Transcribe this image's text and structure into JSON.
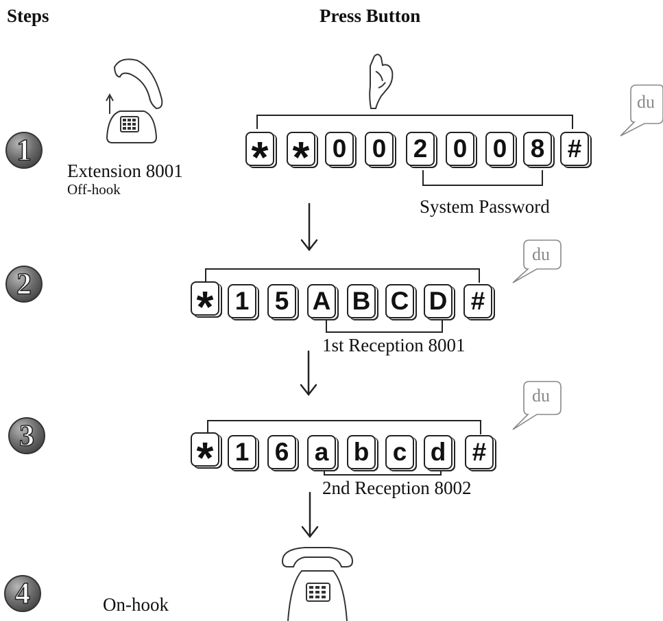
{
  "headers": {
    "steps": "Steps",
    "press_button": "Press Button"
  },
  "step_numbers": [
    "1",
    "2",
    "3",
    "4"
  ],
  "step1": {
    "caption": "Extension 8001",
    "subcaption": "Off-hook",
    "keys": [
      "*",
      "*",
      "0",
      "0",
      "2",
      "0",
      "0",
      "8",
      "#"
    ],
    "bracket_label": "System Password",
    "bubble": "du"
  },
  "step2": {
    "keys": [
      "*",
      "1",
      "5",
      "A",
      "B",
      "C",
      "D",
      "#"
    ],
    "bracket_label": "1st Reception 8001",
    "bubble": "du"
  },
  "step3": {
    "keys": [
      "*",
      "1",
      "6",
      "a",
      "b",
      "c",
      "d",
      "#"
    ],
    "bracket_label": "2nd Reception 8002",
    "bubble": "du"
  },
  "step4": {
    "caption": "On-hook"
  },
  "icons": {
    "offhook_phone": "phone-offhook-icon",
    "finger": "pointing-finger-icon",
    "onhook_phone": "phone-onhook-icon",
    "bubble": "speech-bubble-icon",
    "arrow": "arrow-down-icon"
  }
}
